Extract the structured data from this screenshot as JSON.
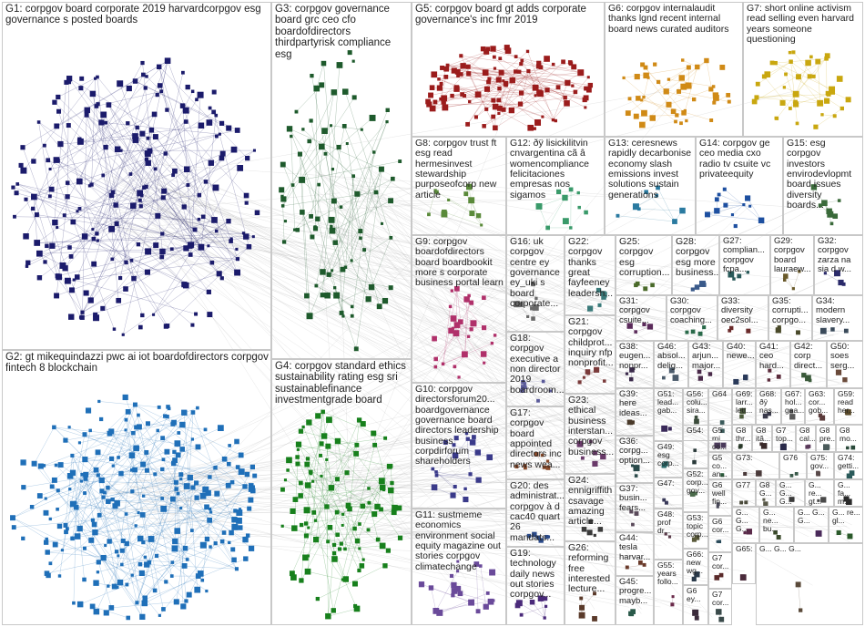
{
  "graph": {
    "groups": [
      {
        "id": "G1",
        "label": "G1: corpgov board corporate 2019 harvardcorpgov esg governance s posted boards",
        "color": "#1b1b6b",
        "nodes": 230
      },
      {
        "id": "G2",
        "label": "G2: gt mikequindazzi pwc ai iot boardofdirectors corpgov fintech 8 blockchain",
        "color": "#1f6fb8",
        "nodes": 260
      },
      {
        "id": "G3",
        "label": "G3: corpgov governance board grc ceo cfo boardofdirectors thirdpartyrisk compliance esg",
        "color": "#1e5a2c",
        "nodes": 90
      },
      {
        "id": "G4",
        "label": "G4: corpgov standard ethics sustainability rating esg sri sustainablefinance investmentgrade board",
        "color": "#17801c",
        "nodes": 110
      },
      {
        "id": "G5",
        "label": "G5: corpgov board gt adds corporate governance's inc fmr 2019",
        "color": "#9b1c1c",
        "nodes": 110
      },
      {
        "id": "G6",
        "label": "G6: corpgov internalaudit thanks lgnd recent internal board news curated auditors",
        "color": "#d08a16",
        "nodes": 45
      },
      {
        "id": "G7",
        "label": "G7: short online activism read selling even harvard years someone questioning",
        "color": "#c9a70f",
        "nodes": 40
      },
      {
        "id": "G8",
        "label": "G8: corpgov trust ft esg read hermesinvest stewardship purposeofcorp new article",
        "color": "#5a8a3a",
        "nodes": 12
      },
      {
        "id": "G9",
        "label": "G9: corpgov boardofdirectors board boardbookit more s corporate business portal learn",
        "color": "#b0306a",
        "nodes": 30
      },
      {
        "id": "G10",
        "label": "G10: corpgov directorsforum20... boardgovernance governance board directors leadership business corpdirforum shareholders",
        "color": "#3a3a8a",
        "nodes": 20
      },
      {
        "id": "G11",
        "label": "G11: sustmeme economics environment social equity magazine out stories corpgov climatechange",
        "color": "#6a4a9a",
        "nodes": 22
      },
      {
        "id": "G12",
        "label": "G12: ðÿ lisickilitvin cnvargentina cã â womencompliance felicitaciones empresas nos sigamos",
        "color": "#3a9a6a",
        "nodes": 10
      },
      {
        "id": "G13",
        "label": "G13: ceresnews rapidly decarbonise economy slash emissions invest solutions sustain generations",
        "color": "#2a7aa0",
        "nodes": 8
      },
      {
        "id": "G14",
        "label": "G14: corpgov ge ceo media cxo radio tv csuite vc privateequity",
        "color": "#1d4fa0",
        "nodes": 12
      },
      {
        "id": "G15",
        "label": "G15: esg corpgov investors envirodevlopmt board issues diversity boards...",
        "color": "#3a6a3a",
        "nodes": 8
      },
      {
        "id": "G16",
        "label": "G16: uk corpgov centre ey governance ey_uki s board corporate...",
        "color": "#6a6a6a",
        "nodes": 8
      },
      {
        "id": "G17",
        "label": "G17: corpgov board appointed directors inc news wea...",
        "color": "#8a4a2a",
        "nodes": 8
      },
      {
        "id": "G18",
        "label": "G18: corpgov executive a non director 2019 boardroom...",
        "color": "#5a5a9a",
        "nodes": 8
      },
      {
        "id": "G19",
        "label": "G19: technology daily news out stories corpgov...",
        "color": "#4a2a7a",
        "nodes": 8
      },
      {
        "id": "G20",
        "label": "G20: des administrat... corpgov à d cac40 quart 26 mandats...",
        "color": "#2a4a8a",
        "nodes": 6
      },
      {
        "id": "G21",
        "label": "G21: corpgov childprot... inquiry nfp nonprofit...",
        "color": "#7a3a3a",
        "nodes": 6
      },
      {
        "id": "G22",
        "label": "G22: corpgov thanks great fayfeeney leadersh...",
        "color": "#3a7a7a",
        "nodes": 6
      },
      {
        "id": "G23",
        "label": "G23: ethical business interstan... corpgov business...",
        "color": "#6a3a6a",
        "nodes": 6
      },
      {
        "id": "G24",
        "label": "G24: ennigriffith csavage amazing article...",
        "color": "#3a3a3a",
        "nodes": 5
      },
      {
        "id": "G25",
        "label": "G25: corpgov esg corruption...",
        "color": "#4a6a2a",
        "nodes": 5
      },
      {
        "id": "G26",
        "label": "G26: reforming free interested lecture...",
        "color": "#5a3a2a",
        "nodes": 5
      },
      {
        "id": "G27",
        "label": "G27: complian... corpgov fcpa...",
        "color": "#2a5a5a",
        "nodes": 4
      },
      {
        "id": "G28",
        "label": "G28: corpgov esg more business...",
        "color": "#3a5a8a",
        "nodes": 4
      },
      {
        "id": "G29",
        "label": "G29: corpgov board lauraew...",
        "color": "#6a5a2a",
        "nodes": 4
      },
      {
        "id": "G30",
        "label": "G30: corpgov coaching...",
        "color": "#2a6a4a",
        "nodes": 4
      },
      {
        "id": "G31",
        "label": "G31: corpgov csuite...",
        "color": "#5a2a5a",
        "nodes": 4
      },
      {
        "id": "G32",
        "label": "G32: corpgov zarza na sia d w...",
        "color": "#2a2a6a",
        "nodes": 4
      },
      {
        "id": "G33",
        "label": "G33: diversity oec2sol...",
        "color": "#6a2a2a",
        "nodes": 3
      },
      {
        "id": "G34",
        "label": "G34: modern slavery...",
        "color": "#3a4a5a",
        "nodes": 3
      },
      {
        "id": "G35",
        "label": "G35: corrupti... corpgo...",
        "color": "#4a4a2a",
        "nodes": 3
      },
      {
        "id": "G36",
        "label": "G36: corpg... option...",
        "color": "#2a4a4a",
        "nodes": 3
      },
      {
        "id": "G37",
        "label": "G37: busin... fears...",
        "color": "#5a4a5a",
        "nodes": 3
      },
      {
        "id": "G38",
        "label": "G38: eugen... nonpr...",
        "color": "#3a2a4a",
        "nodes": 3
      },
      {
        "id": "G39",
        "label": "G39: here ideas...",
        "color": "#4a3a2a",
        "nodes": 3
      },
      {
        "id": "G40",
        "label": "G40: newe...",
        "color": "#2a3a5a",
        "nodes": 3
      },
      {
        "id": "G41",
        "label": "G41: ceo hard...",
        "color": "#5a2a3a",
        "nodes": 3
      },
      {
        "id": "G42",
        "label": "G42: corp direct...",
        "color": "#3a5a3a",
        "nodes": 3
      },
      {
        "id": "G43",
        "label": "G43: arjun... major...",
        "color": "#4a2a4a",
        "nodes": 3
      },
      {
        "id": "G44",
        "label": "G44: tesla harvar...",
        "color": "#6a3a2a",
        "nodes": 3
      },
      {
        "id": "G45",
        "label": "G45: progre... mayb...",
        "color": "#2a5a4a",
        "nodes": 3
      },
      {
        "id": "G46",
        "label": "G46: absol... delig...",
        "color": "#4a5a6a",
        "nodes": 3
      },
      {
        "id": "G47",
        "label": "G47:",
        "color": "#3a3a5a",
        "nodes": 2
      },
      {
        "id": "G48",
        "label": "G48: prof dr...",
        "color": "#5a3a4a",
        "nodes": 2
      },
      {
        "id": "G49",
        "label": "G49: esg corp...",
        "color": "#2a6a6a",
        "nodes": 2
      },
      {
        "id": "G50",
        "label": "G50: soes serg...",
        "color": "#6a4a3a",
        "nodes": 2
      },
      {
        "id": "G51",
        "label": "G51: lead... gab...",
        "color": "#3a2a5a",
        "nodes": 2
      },
      {
        "id": "G52",
        "label": "G52: corp... gov...",
        "color": "#4a6a4a",
        "nodes": 2
      },
      {
        "id": "G53",
        "label": "G53: topic corp...",
        "color": "#5a5a3a",
        "nodes": 2
      },
      {
        "id": "G54",
        "label": "G54:",
        "color": "#2a3a3a",
        "nodes": 2
      },
      {
        "id": "G55",
        "label": "G55: years follo...",
        "color": "#6a2a4a",
        "nodes": 2
      },
      {
        "id": "G56",
        "label": "G56: colu... sira...",
        "color": "#3a4a3a",
        "nodes": 2
      },
      {
        "id": "G57",
        "label": "G5 mi... co...",
        "color": "#4a3a5a",
        "nodes": 2
      },
      {
        "id": "G58",
        "label": "G5 co... an...",
        "color": "#2a5a3a",
        "nodes": 2
      },
      {
        "id": "G59",
        "label": "G59: read her...",
        "color": "#5a4a2a",
        "nodes": 2
      },
      {
        "id": "G60",
        "label": "G6 ey...",
        "color": "#3a2a3a",
        "nodes": 2
      },
      {
        "id": "G61",
        "label": "G6 well fin...",
        "color": "#4a4a5a",
        "nodes": 2
      },
      {
        "id": "G62",
        "label": "G6 cor...",
        "color": "#2a4a5a",
        "nodes": 2
      },
      {
        "id": "G63",
        "label": "G63: cor... gob...",
        "color": "#5a3a3a",
        "nodes": 2
      },
      {
        "id": "G64",
        "label": "G64",
        "color": "#3a5a5a",
        "nodes": 2
      },
      {
        "id": "G65",
        "label": "G65:",
        "color": "#4a2a3a",
        "nodes": 2
      },
      {
        "id": "G66",
        "label": "G66: new wg...",
        "color": "#2a3a4a",
        "nodes": 2
      },
      {
        "id": "G67",
        "label": "G67: hol... gaa...",
        "color": "#5a5a5a",
        "nodes": 2
      },
      {
        "id": "G68",
        "label": "G68: ðÿ nas...",
        "color": "#3a3a4a",
        "nodes": 2
      },
      {
        "id": "G69",
        "label": "G69: larr... lett...",
        "color": "#4a5a3a",
        "nodes": 2
      },
      {
        "id": "G70",
        "label": "G7 top...",
        "color": "#2a2a4a",
        "nodes": 2
      },
      {
        "id": "G71",
        "label": "G7 cor...",
        "color": "#5a2a2a",
        "nodes": 2
      },
      {
        "id": "G72",
        "label": "G7 cor...",
        "color": "#3a4a4a",
        "nodes": 2
      },
      {
        "id": "G73",
        "label": "G73:",
        "color": "#4a3a3a",
        "nodes": 2
      },
      {
        "id": "G74",
        "label": "G74: getti...",
        "color": "#2a5a5a",
        "nodes": 2
      },
      {
        "id": "G75",
        "label": "G75: gov...",
        "color": "#5a4a4a",
        "nodes": 2
      },
      {
        "id": "G76",
        "label": "G76",
        "color": "#3a5a4a",
        "nodes": 2
      },
      {
        "id": "G77",
        "label": "G77",
        "color": "#4a4a3a",
        "nodes": 2
      },
      {
        "id": "G78",
        "label": "G8 thr...",
        "color": "#2a3a2a",
        "nodes": 2
      },
      {
        "id": "G79",
        "label": "G8 cal...",
        "color": "#5a3a5a",
        "nodes": 2
      },
      {
        "id": "G80",
        "label": "G8 itã...",
        "color": "#3a2a2a",
        "nodes": 2
      },
      {
        "id": "G81",
        "label": "G8 pre...",
        "color": "#4a5a5a",
        "nodes": 2
      },
      {
        "id": "G82",
        "label": "G8 mo...",
        "color": "#2a4a3a",
        "nodes": 2
      },
      {
        "id": "G83",
        "label": "G8 G...",
        "color": "#5a5a4a",
        "nodes": 2
      },
      {
        "id": "G84",
        "label": "G... G... G...",
        "color": "#3a3a3a",
        "nodes": 2
      },
      {
        "id": "G85",
        "label": "G... re... gt...",
        "color": "#4a4a4a",
        "nodes": 2
      },
      {
        "id": "G86",
        "label": "G... fa... m...",
        "color": "#2a2a2a",
        "nodes": 2
      },
      {
        "id": "G87",
        "label": "G... G... G...",
        "color": "#5a2a4a",
        "nodes": 2
      },
      {
        "id": "G88",
        "label": "G... ne... bu...",
        "color": "#3a4a2a",
        "nodes": 2
      },
      {
        "id": "G89",
        "label": "G... G... G...",
        "color": "#4a2a5a",
        "nodes": 2
      },
      {
        "id": "G90",
        "label": "G... re... gl...",
        "color": "#2a5a2a",
        "nodes": 2
      },
      {
        "id": "G91",
        "label": "G... G... G...",
        "color": "#5a4a3a",
        "nodes": 2
      }
    ]
  }
}
